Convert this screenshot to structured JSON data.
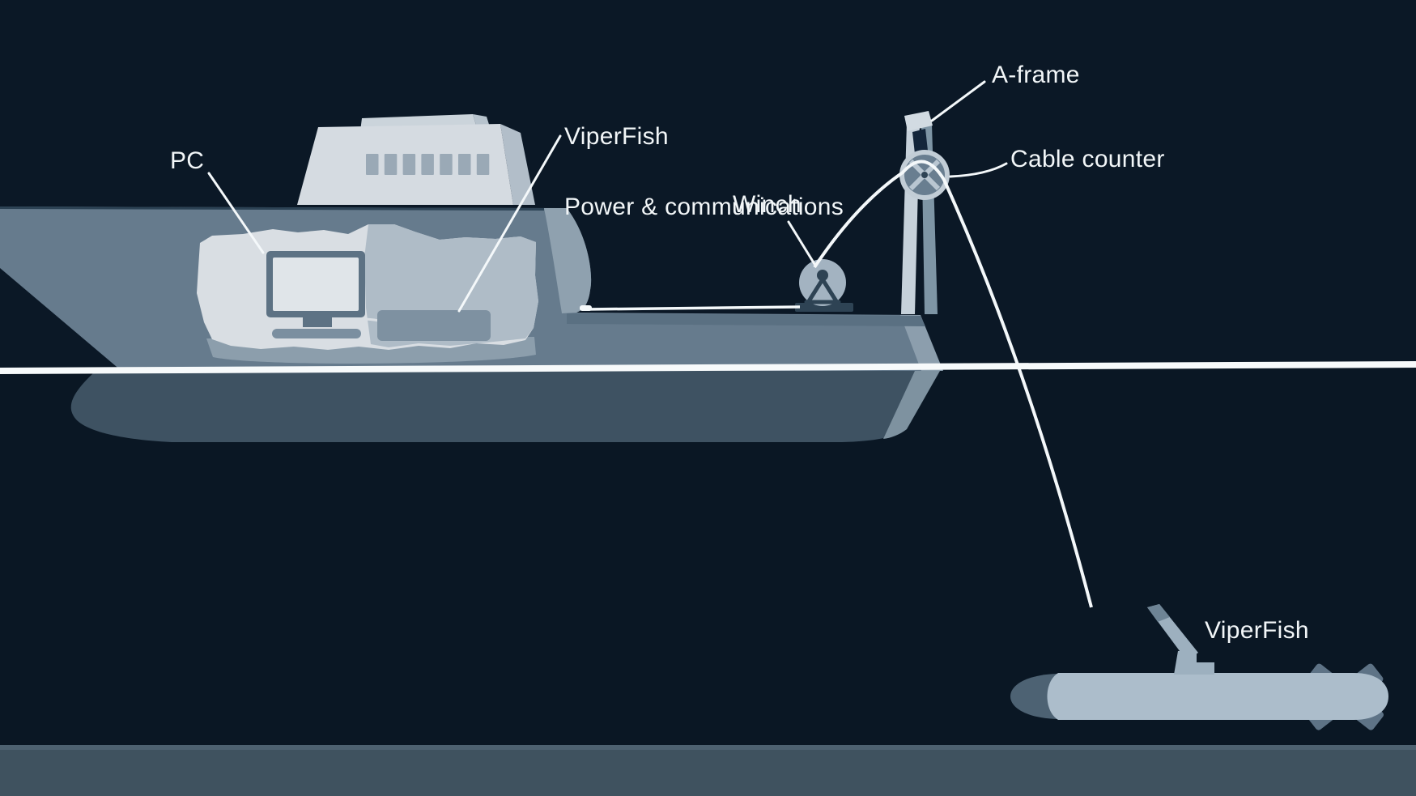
{
  "diagram": {
    "labels": {
      "pc": "PC",
      "power_comms_line1": "ViperFish",
      "power_comms_line2": "Power & communications",
      "winch": "Winch",
      "a_frame": "A-frame",
      "cable_counter": "Cable counter",
      "viperfish_vehicle": "ViperFish"
    },
    "colors": {
      "background": "#0b1826",
      "sea": "#0a1724",
      "label_text": "#f2f6f8",
      "hull": "#667b8d",
      "hull_underwater": "#3e5262",
      "stern_wedge": "#8c9ead",
      "superstructure": "#d5dbe1",
      "superstructure_side": "#b2bec9",
      "window": "#9aa9b6",
      "cutaway": "#d9dee3",
      "cutaway_inner": "#afbcc7",
      "monitor_frame": "#5d7284",
      "screen": "#e0e5e9",
      "keyboard": "#7b8fa0",
      "power_box": "#7e91a1",
      "winch_drum": "#a3b3c1",
      "winch_dark": "#2e4354",
      "aframe_front_leg": "#c6d1da",
      "aframe_rear_leg": "#7e95a5",
      "pulley_rim": "#c2cdd6",
      "pulley_face": "#697e90",
      "cable": "#f4f8fa",
      "waterline": "#f7fafb",
      "vehicle_body": "#acbdcb",
      "vehicle_nose": "#4d6273",
      "vehicle_tail": "#5e7386",
      "vehicle_arm": "#9db0bf",
      "seafloor": "#3f525f",
      "seafloor_edge": "#4d6170"
    }
  }
}
